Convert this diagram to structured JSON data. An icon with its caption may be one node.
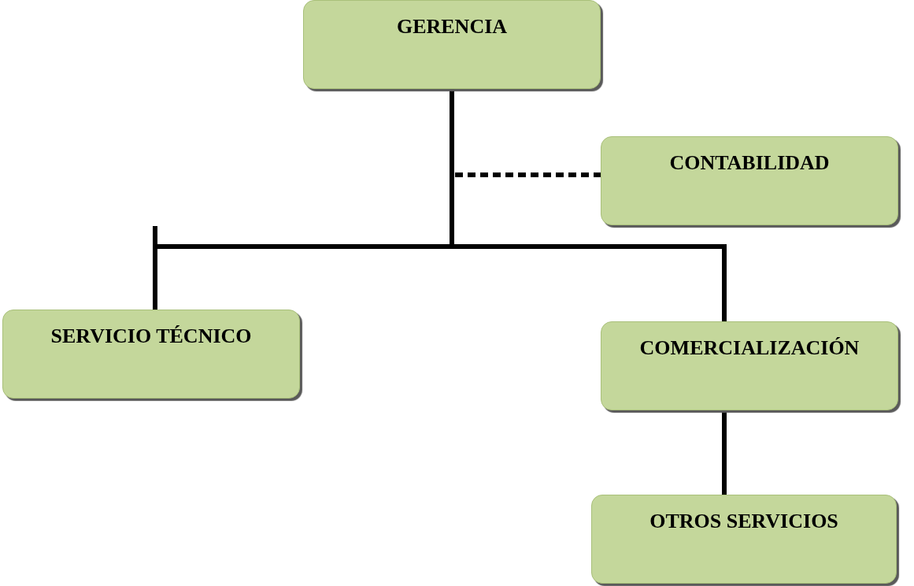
{
  "diagram": {
    "nodes": [
      {
        "text": [
          "GERENCIA"
        ]
      },
      {
        "text": [
          "CONTABILIDAD"
        ]
      },
      {
        "text": [
          "SERVICIO TÉCNICO"
        ]
      },
      {
        "text": [
          "COMERCIALIZACIÓN"
        ]
      },
      {
        "text": [
          "OTROS SERVICIOS"
        ]
      }
    ],
    "edges": [
      {
        "from": 0,
        "to": 2,
        "arrow": "none"
      },
      {
        "from": 0,
        "to": 3,
        "arrow": "none"
      },
      {
        "from": 0,
        "to": 1,
        "arrow": "none",
        "style": "dashed"
      },
      {
        "from": 3,
        "to": 4,
        "arrow": "none"
      }
    ]
  }
}
